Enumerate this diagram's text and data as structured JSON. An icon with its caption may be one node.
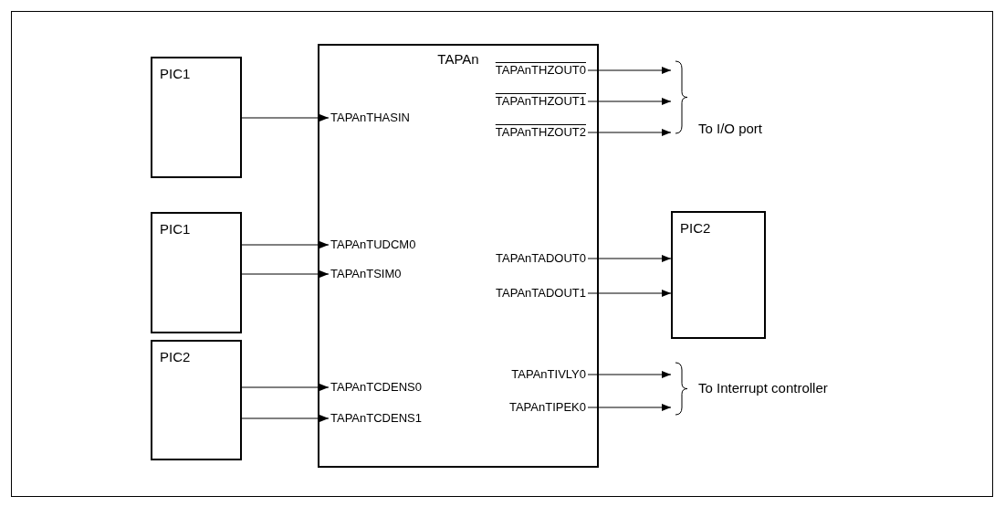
{
  "diagram": {
    "nodes": [
      {
        "text": [
          "TAPAn"
        ]
      },
      {
        "text": [
          "PIC1"
        ]
      },
      {
        "text": [
          "PIC1"
        ]
      },
      {
        "text": [
          "PIC2"
        ]
      },
      {
        "text": [
          "PIC2"
        ]
      },
      {
        "text": [
          "TAPAnTHASIN"
        ],
        "in": 0
      },
      {
        "text": [
          "TAPAnTHZOUT0"
        ],
        "in": 0
      },
      {
        "text": [
          "TAPAnTHZOUT1"
        ],
        "in": 0
      },
      {
        "text": [
          "TAPAnTHZOUT2"
        ],
        "in": 0
      },
      {
        "text": [
          "TAPAnTUDCM0"
        ],
        "in": 0
      },
      {
        "text": [
          "TAPAnTSIM0"
        ],
        "in": 0
      },
      {
        "text": [
          "TAPAnTADOUT0"
        ],
        "in": 0
      },
      {
        "text": [
          "TAPAnTADOUT1"
        ],
        "in": 0
      },
      {
        "text": [
          "TAPAnTIVLY0"
        ],
        "in": 0
      },
      {
        "text": [
          "TAPAnTIPEK0"
        ],
        "in": 0
      },
      {
        "text": [
          "TAPAnTCDENS0"
        ],
        "in": 0
      },
      {
        "text": [
          "TAPAnTCDENS1"
        ],
        "in": 0
      }
    ],
    "edges": [
      {
        "from": 1,
        "to": 5,
        "arrow": "to"
      },
      {
        "from": 6,
        "to": null,
        "arrow": "to"
      },
      {
        "from": 7,
        "to": null,
        "arrow": "to"
      },
      {
        "from": 8,
        "to": null,
        "arrow": "to"
      },
      {
        "from": 2,
        "to": 9,
        "arrow": "to"
      },
      {
        "from": 2,
        "to": 10,
        "arrow": "to"
      },
      {
        "from": 11,
        "to": 4,
        "arrow": "to"
      },
      {
        "from": 12,
        "to": 4,
        "arrow": "to"
      },
      {
        "from": 13,
        "to": null,
        "arrow": "to"
      },
      {
        "from": 14,
        "to": null,
        "arrow": "to"
      },
      {
        "from": 3,
        "to": 15,
        "arrow": "to"
      },
      {
        "from": 3,
        "to": 16,
        "arrow": "to"
      }
    ],
    "labels": [
      "To I/O port",
      "To Interrupt controller"
    ]
  }
}
